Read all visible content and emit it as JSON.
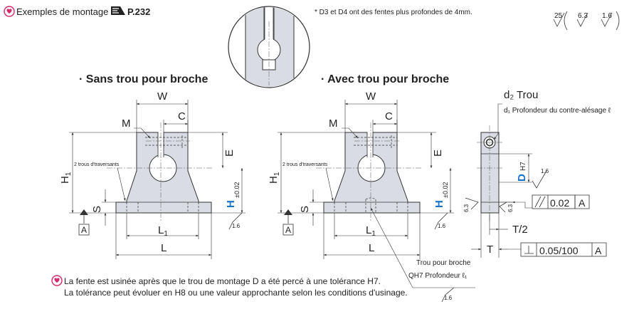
{
  "header": {
    "title": "Exemples de montage",
    "page_ref": "P.232",
    "footnote": "* D3 et D4 ont des fentes plus profondes de 4mm."
  },
  "roughness": {
    "r1": "25",
    "r2": "6.3",
    "r3": "1.6"
  },
  "views": {
    "left_title": "· Sans trou pour broche",
    "right_title": "· Avec trou pour broche"
  },
  "dims": {
    "W": "W",
    "C": "C",
    "M": "M",
    "E": "E",
    "H1": "H",
    "H1_sub": "1",
    "H": "H",
    "H_tol": "±0.02",
    "S": "S",
    "L1": "L",
    "L1_sub": "1",
    "L": "L",
    "A": "A",
    "roughness_16": "1.6",
    "two_holes": "2 trous d'traversants",
    "D": "D",
    "D_tol": "H7",
    "T": "T",
    "T2": "T/2",
    "r63": "6.3"
  },
  "side_view": {
    "d2_label": "d₂ Trou",
    "d1_label": "d₁ Profondeur du contre-alésage ℓ",
    "parallel_value": "0.02",
    "parallel_datum": "A",
    "perp_value": "0.05/100",
    "perp_datum": "A"
  },
  "pin_note": {
    "line1": "Trou pour broche",
    "line2": "QH7 Profondeur ℓ₁"
  },
  "notes": {
    "line1": "La fente est usinée après que le trou de montage D a été percé à une tolérance H7.",
    "line2": "La tolérance peut évoluer en H8 ou une valeur approchante selon les conditions d'usinage."
  }
}
